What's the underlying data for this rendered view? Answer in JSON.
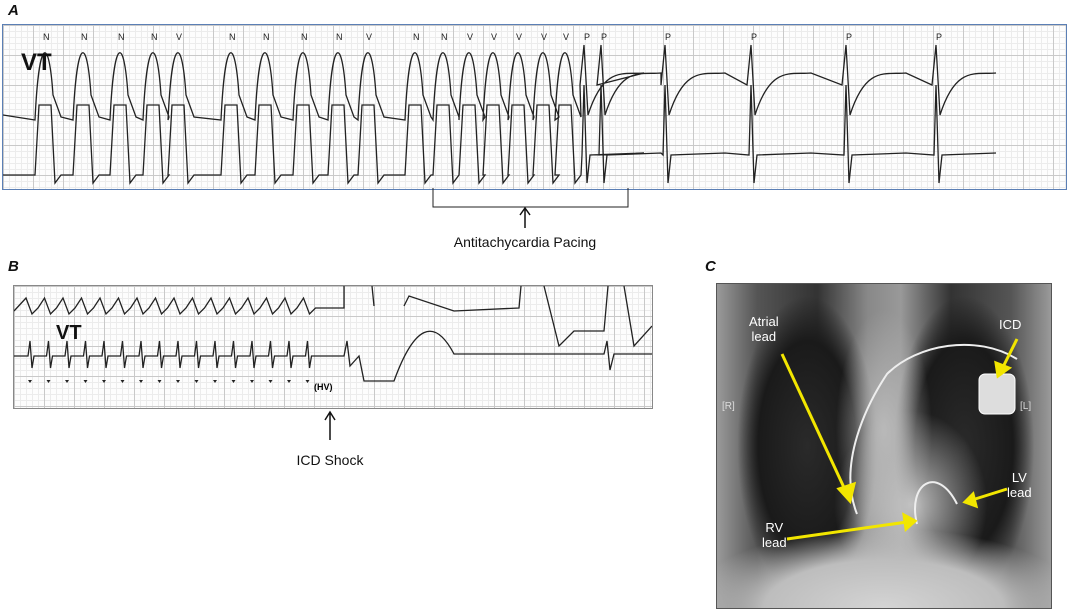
{
  "panels": {
    "a": {
      "label": "A",
      "rhythm_label": "VT",
      "beat_markers": [
        "N",
        "N",
        "N",
        "N",
        "V",
        "N",
        "N",
        "N",
        "N",
        "V",
        "N",
        "N",
        "V",
        "V",
        "V",
        "V",
        "V",
        "P",
        "P",
        "P",
        "P",
        "P",
        "P"
      ],
      "caption": "Antitachycardia Pacing"
    },
    "b": {
      "label": "B",
      "rhythm_label": "VT",
      "marker": "(HV)",
      "caption": "ICD Shock"
    },
    "c": {
      "label": "C",
      "annotations": {
        "atrial": "Atrial\nlead",
        "icd": "ICD",
        "right": "[R]",
        "left": "[L]",
        "lv": "LV\nlead",
        "rv": "RV\nlead"
      },
      "arrow_color": "#f2e600"
    }
  }
}
